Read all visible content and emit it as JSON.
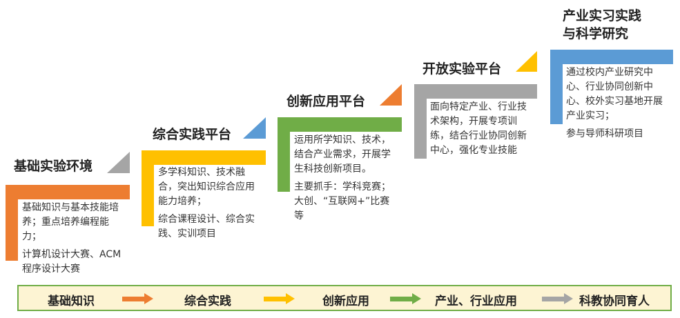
{
  "steps": [
    {
      "title": "基础实验环境",
      "color": "#ed7d31",
      "tri_color": "#a5a5a5",
      "lines": [
        "基础知识与基本技能培养；重点培养编程能力；",
        "计算机设计大赛、ACM程序设计大赛"
      ]
    },
    {
      "title": "综合实践平台",
      "color": "#ffc000",
      "tri_color": "#5b9bd5",
      "lines": [
        "多学科知识、技术融合，突出知识综合应用能力培养；",
        "综合课程设计、综合实践、实训项目"
      ]
    },
    {
      "title": "创新应用平台",
      "color": "#70ad47",
      "tri_color": "#ed7d31",
      "lines": [
        "运用所学知识、技术，结合产业需求，开展学生科技创新项目。",
        "主要抓手：学科竞赛；大创、“互联网+”比赛等"
      ]
    },
    {
      "title": "开放实验平台",
      "color": "#a5a5a5",
      "tri_color": "#ffc000",
      "lines": [
        "面向特定产业、行业技术架构，开展专项训练，结合行业协同创新中心，强化专业技能"
      ]
    },
    {
      "title_line1": "产业实习实践",
      "title_line2": "与科学研究",
      "color": "#5b9bd5",
      "lines": [
        "通过校内产业研究中心、行业协同创新中心、校外实习基地开展产业实习；",
        "参与导师科研项目"
      ]
    }
  ],
  "bottom": {
    "items": [
      "基础知识",
      "综合实践",
      "创新应用",
      "产业、行业应用",
      "科教协同育人"
    ],
    "arrow_colors": [
      "#ed7d31",
      "#ffc000",
      "#70ad47",
      "#a5a5a5"
    ]
  }
}
